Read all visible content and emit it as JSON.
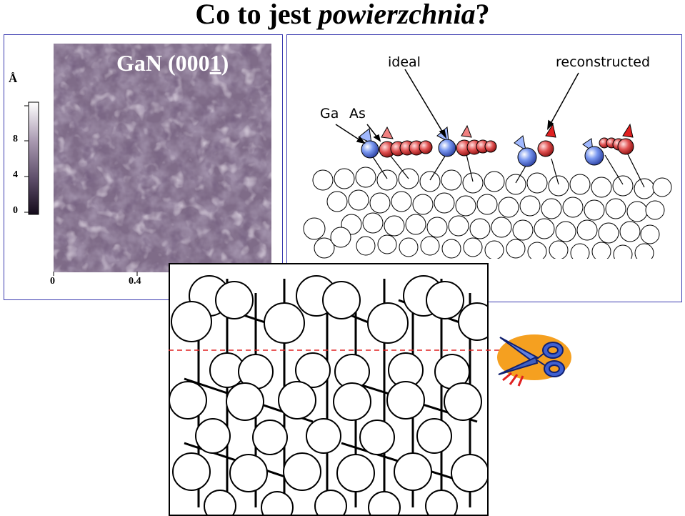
{
  "title": {
    "plain": "Co to jest ",
    "italic": "powierzchnia",
    "end": "?"
  },
  "afm": {
    "label_main": "GaN (000",
    "label_bar": "1",
    "label_end": ")",
    "scale_unit": "Å",
    "scale_ticks": [
      "8",
      "4",
      "0"
    ],
    "x_ticks": [
      "0",
      "0.4"
    ]
  },
  "structure": {
    "label_ideal": "ideal",
    "label_reconstructed": "reconstructed",
    "label_ga": "Ga",
    "label_as": "As"
  },
  "colors": {
    "frame": "#3b3bb0",
    "ga_atom": "#5b7be0",
    "as_atom": "#e04848",
    "cut_line": "#e02020",
    "scissors_badge": "#f5a020"
  },
  "icons": {
    "scissors": "scissors-icon"
  }
}
